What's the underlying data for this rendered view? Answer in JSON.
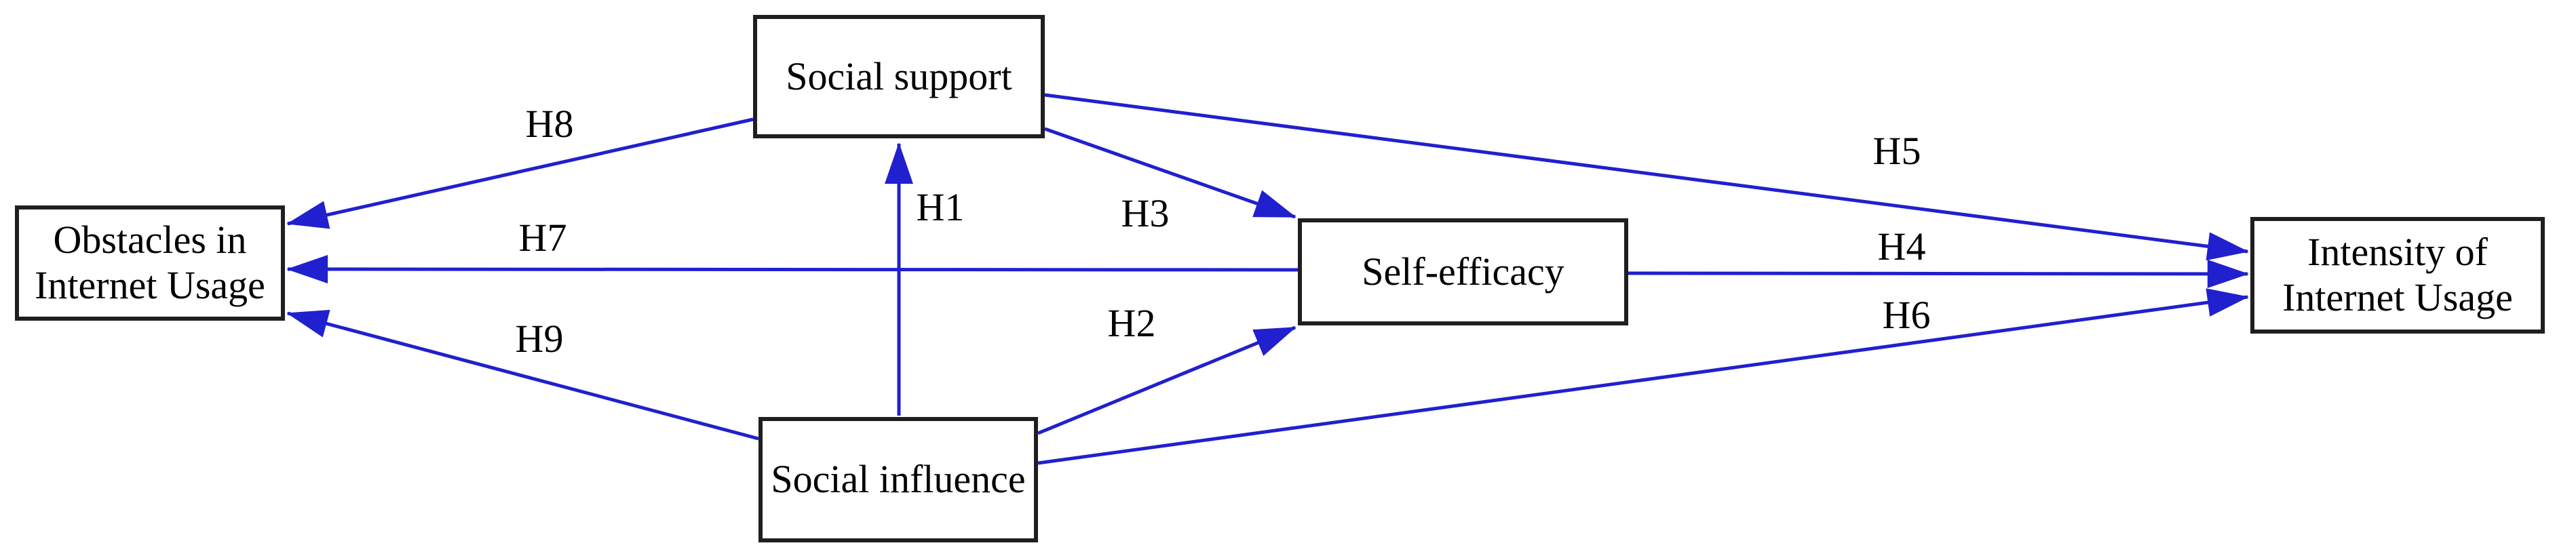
{
  "diagram": {
    "type": "path-model",
    "background_color": "#ffffff",
    "arrow_color": "#2020cf",
    "box_border_color": "#1f1f1f",
    "text_color": "#000000",
    "nodes": {
      "social_support": {
        "label": "Social support"
      },
      "obstacles": {
        "label": "Obstacles in\nInternet Usage"
      },
      "self_efficacy": {
        "label": "Self-efficacy"
      },
      "intensity": {
        "label": "Intensity of\nInternet Usage"
      },
      "social_influence": {
        "label": "Social influence"
      }
    },
    "edges": {
      "h1": {
        "label": "H1",
        "from": "Social influence",
        "to": "Social support"
      },
      "h2": {
        "label": "H2",
        "from": "Social influence",
        "to": "Self-efficacy"
      },
      "h3": {
        "label": "H3",
        "from": "Social support",
        "to": "Self-efficacy"
      },
      "h4": {
        "label": "H4",
        "from": "Self-efficacy",
        "to": "Intensity of Internet Usage"
      },
      "h5": {
        "label": "H5",
        "from": "Social support",
        "to": "Intensity of Internet Usage"
      },
      "h6": {
        "label": "H6",
        "from": "Social influence",
        "to": "Intensity of Internet Usage"
      },
      "h7": {
        "label": "H7",
        "from": "Self-efficacy",
        "to": "Obstacles in Internet Usage"
      },
      "h8": {
        "label": "H8",
        "from": "Social support",
        "to": "Obstacles in Internet Usage"
      },
      "h9": {
        "label": "H9",
        "from": "Social influence",
        "to": "Obstacles in Internet Usage"
      }
    }
  }
}
